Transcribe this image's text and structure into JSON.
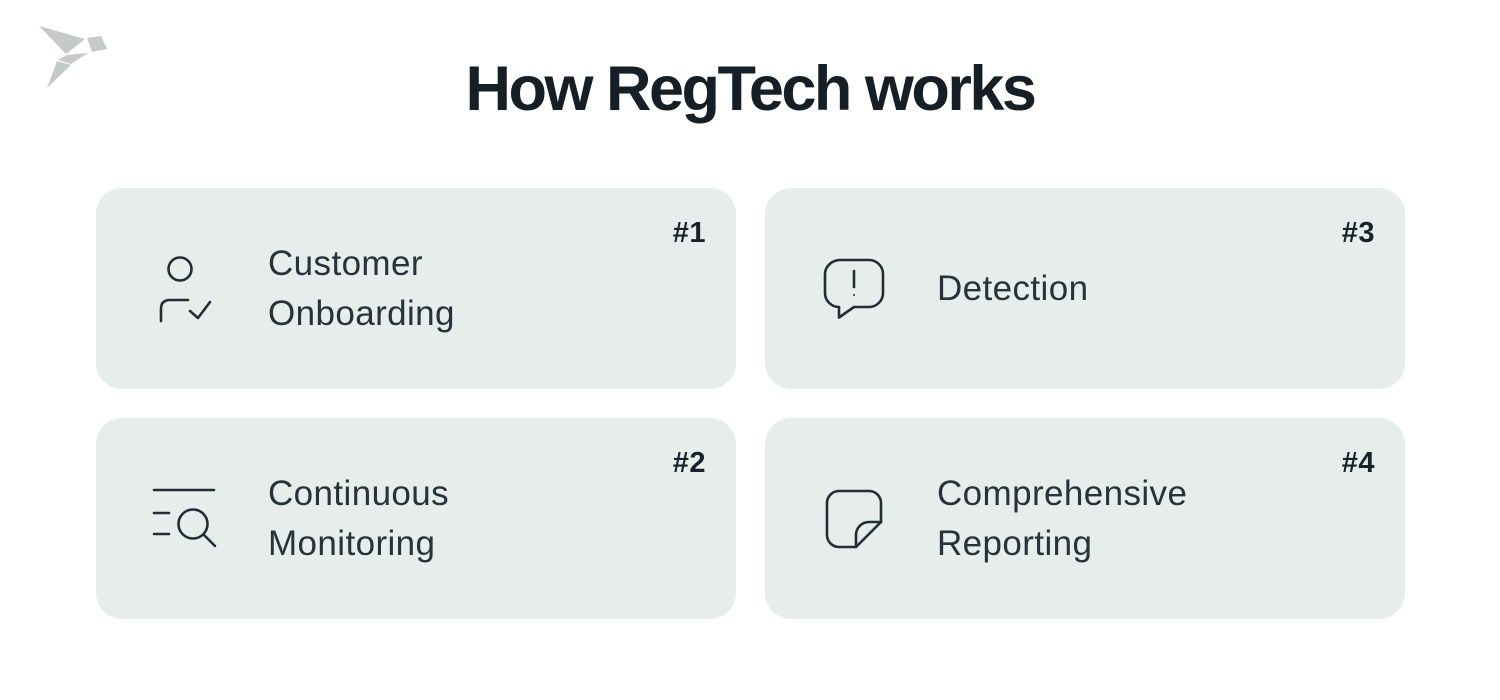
{
  "page": {
    "title": "How RegTech works"
  },
  "logo": {
    "name": "origami-bird-logo",
    "color": "#c5c9ca"
  },
  "colors": {
    "page_bg": "#ffffff",
    "card_bg": "#e6edeb",
    "label_text": "#27323a",
    "badge_text": "#19222b",
    "title_text": "#161e26",
    "icon_stroke": "#232d36"
  },
  "cards": [
    {
      "number": "#1",
      "lines": [
        "Customer",
        "Onboarding"
      ],
      "icon": "user-check-icon"
    },
    {
      "number": "#3",
      "lines": [
        "Detection"
      ],
      "icon": "alert-speech-bubble-icon"
    },
    {
      "number": "#2",
      "lines": [
        "Continuous",
        "Monitoring"
      ],
      "icon": "list-search-icon"
    },
    {
      "number": "#4",
      "lines": [
        "Comprehensive",
        "Reporting"
      ],
      "icon": "folded-note-icon"
    }
  ]
}
